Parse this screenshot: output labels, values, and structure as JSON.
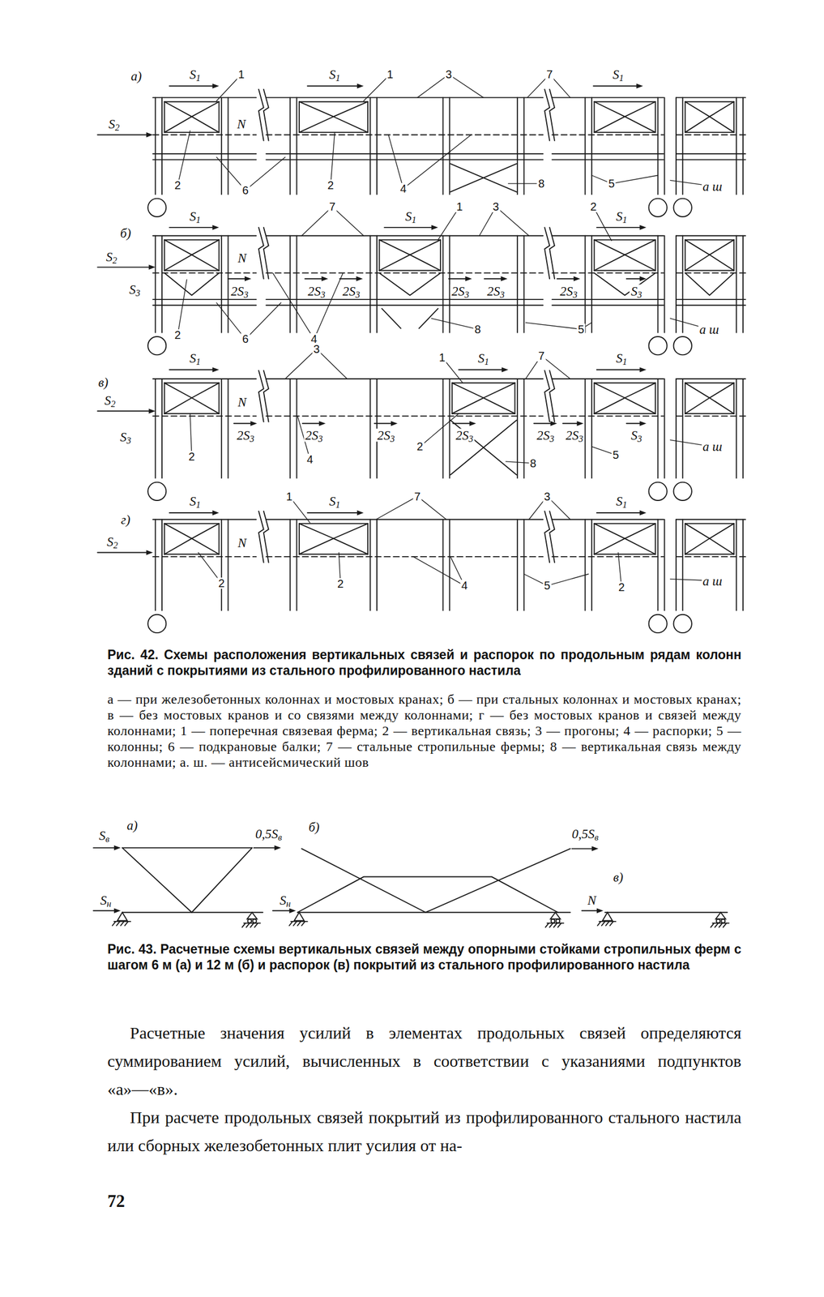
{
  "diagram": {
    "labels": [
      "а)",
      "S1",
      "1",
      "S1",
      "1",
      "3",
      "7",
      "S1",
      "S2",
      "N",
      "2",
      "6",
      "2",
      "4",
      "8",
      "5",
      "а ш",
      "б)",
      "S1",
      "7",
      "S1",
      "1",
      "3",
      "2",
      "S1",
      "S2",
      "N",
      "S3",
      "2S3",
      "2S3",
      "2S3",
      "2S3",
      "2S3",
      "2S3",
      "S3",
      "2",
      "6",
      "4",
      "8",
      "5",
      "а ш",
      "в)",
      "S1",
      "3",
      "1",
      "S1",
      "7",
      "S1",
      "S2",
      "N",
      "S3",
      "2S3",
      "2S3",
      "2S3",
      "2",
      "2S3",
      "2S3",
      "2S3",
      "S3",
      "2",
      "4",
      "8",
      "5",
      "а ш",
      "г)",
      "S1",
      "1",
      "S1",
      "7",
      "3",
      "S1",
      "S2",
      "N",
      "2",
      "2",
      "4",
      "5",
      "2",
      "а ш",
      "Рис. 42. Схемы расположения вертикальных связей и распорок по продольным рядам колонн зданий с покрытиями из стального профилированного настила",
      "а — при железобетонных колоннах и мостовых кранах; б — при стальных колоннах и мостовых кранах; в — без мостовых кранов и со связями между колоннами; г — без мостовых кранов и связей между колоннами; 1 — поперечная связевая ферма; 2 — вертикальная связь; 3 — прогоны; 4 — распорки; 5 — колонны; 6 — подкрановые балки; 7 — стальные стропильные фермы; 8 — вертикальная связь между колоннами; а. ш. — антисейсмический шов",
      "Sв",
      "а)",
      "0,5Sв",
      "б)",
      "0,5Sв",
      "в)",
      "Sн",
      "Sн",
      "N",
      "Рис. 43. Расчетные схемы вертикальных связей между опорными стойками стропильных ферм с шагом 6 м (а) и 12 м (б) и распорок (в) покрытий из стального профилированного настила",
      "Расчетные значения усилий в элементах продольных связей определяются суммированием усилий, вычисленных в соответствии с указаниями подпунктов «а»—«в».",
      "При расчете продольных связей покрытий из профилированного стального настила или сборных железобетонных плит усилия от на-",
      "72"
    ]
  }
}
